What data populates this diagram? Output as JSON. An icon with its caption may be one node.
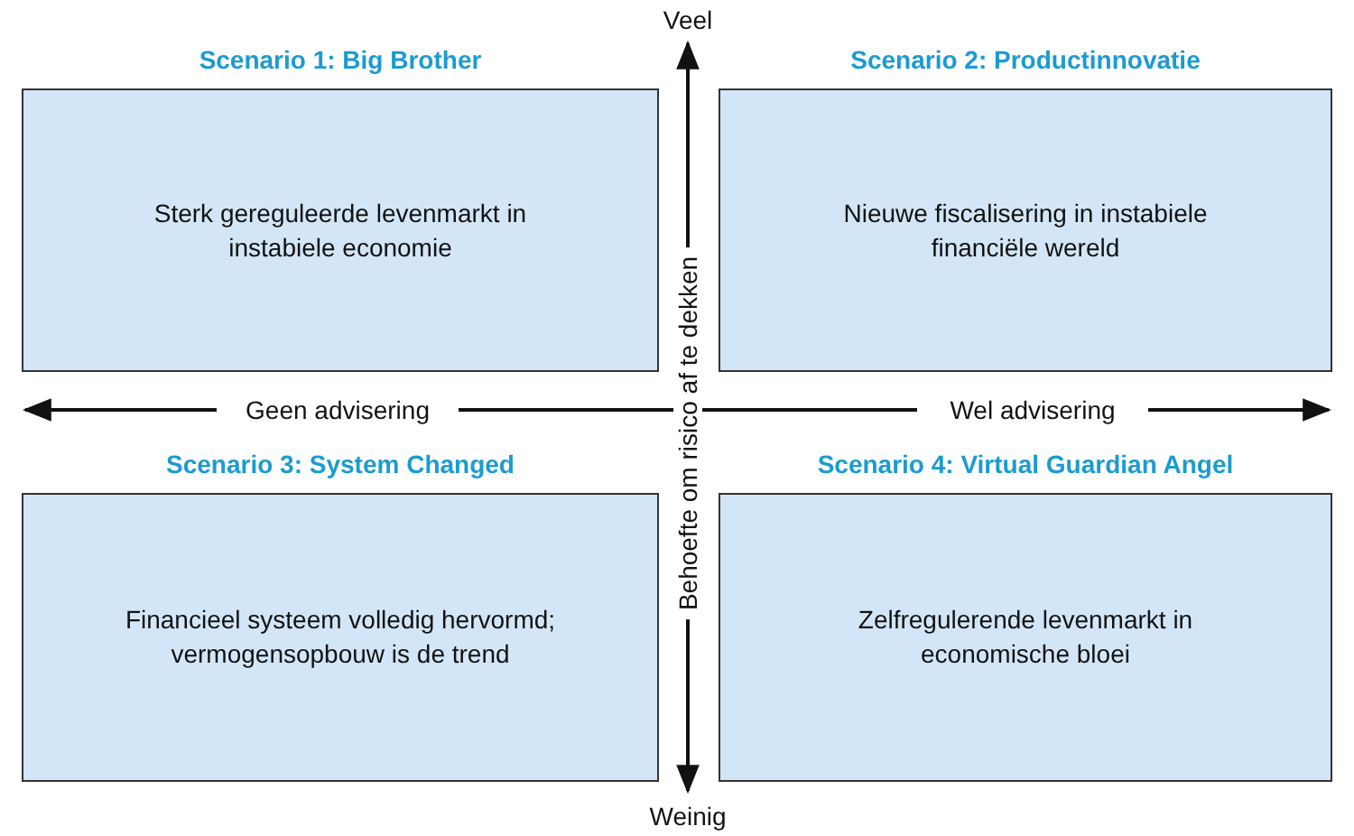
{
  "diagram": {
    "nodes": [
      {
        "text": [
          "Scenario 1: Big Brother",
          "Sterk gereguleerde levenmarkt in instabiele economie"
        ]
      },
      {
        "text": [
          "Scenario 2: Productinnovatie",
          "Nieuwe fiscalisering in instabiele financiële wereld"
        ]
      },
      {
        "text": [
          "Scenario 3: System Changed",
          "Financieel systeem volledig hervormd; vermogensopbouw is de trend"
        ]
      },
      {
        "text": [
          "Scenario 4: Virtual Guardian Angel",
          "Zelfregulerende levenmarkt in economische bloei"
        ]
      }
    ],
    "edges": [],
    "labels": [
      "Veel",
      "Geen advisering",
      "Wel advisering",
      "Behoefte om risico af te dekken",
      "Weinig"
    ]
  }
}
